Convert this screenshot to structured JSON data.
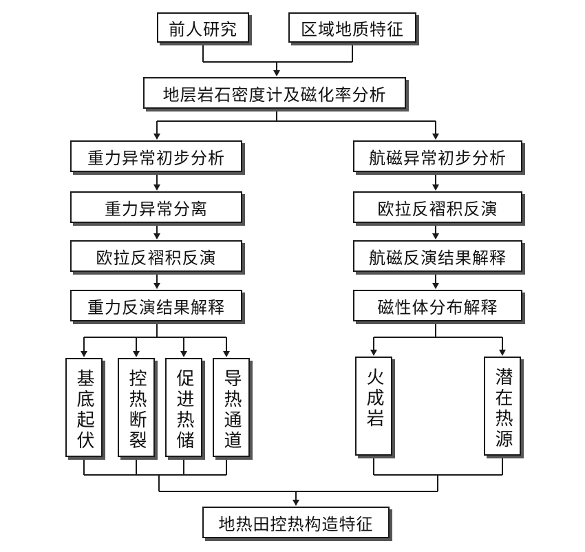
{
  "nodes": {
    "prior": "前人研究",
    "regional": "区域地质特征",
    "density": "地层岩石密度计及磁化率分析",
    "g1": "重力异常初步分析",
    "g2": "重力异常分离",
    "g3": "欧拉反褶积反演",
    "g4": "重力反演结果解释",
    "m1": "航磁异常初步分析",
    "m2": "欧拉反褶积反演",
    "m3": "航磁反演结果解释",
    "m4": "磁性体分布解释",
    "v1": "基底起伏",
    "v2": "控热断裂",
    "v3": "促进热储",
    "v4": "导热通道",
    "v5": "火成岩",
    "v6": "潜在热源",
    "final": "地热田控热构造特征"
  },
  "colors": {
    "line": "#1a1a1a",
    "shadow": "#555555",
    "background": "#ffffff"
  }
}
